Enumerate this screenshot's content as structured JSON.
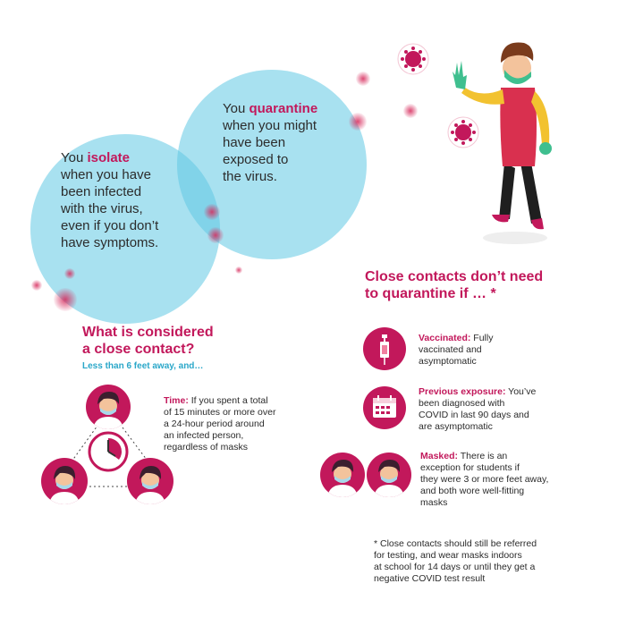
{
  "isolate": {
    "prefix": "You ",
    "keyword": "isolate",
    "lines": [
      "when you have",
      "been infected",
      "with the virus,",
      "even if you don’t",
      "have symptoms."
    ]
  },
  "quarantine": {
    "prefix": "You ",
    "keyword": "quarantine",
    "lines": [
      "when you might",
      "have been",
      "exposed to",
      "the virus."
    ]
  },
  "close_contact": {
    "title_line1": "What is considered",
    "title_line2": "a close contact?",
    "subtitle": "Less than 6 feet away, and…",
    "time_label": "Time:",
    "time_text_first": " If you spent a total",
    "time_text_lines": [
      "of 15 minutes or more over",
      "a 24-hour period around",
      "an infected person,",
      "regardless of masks"
    ]
  },
  "no_quarantine": {
    "title_line1": "Close contacts don’t need",
    "title_line2": "to quarantine if … *",
    "items": [
      {
        "label": "Vaccinated:",
        "first": " Fully",
        "lines": [
          "vaccinated and",
          "asymptomatic"
        ]
      },
      {
        "label": "Previous exposure:",
        "first": " You’ve",
        "lines": [
          "been diagnosed with",
          "COVID in last 90 days and",
          "are asymptomatic"
        ]
      },
      {
        "label": "Masked:",
        "first": " There is an",
        "lines": [
          "exception for students if",
          "they were 3 or more feet away,",
          "and both wore well-fitting",
          "masks"
        ]
      }
    ]
  },
  "footnote": {
    "lines": [
      "* Close contacts should still be referred",
      "for testing, and wear masks indoors",
      "at school for 14 days or until they get a",
      "negative COVID test result"
    ]
  },
  "colors": {
    "accent": "#c2185b",
    "teal": "#2aa7c9",
    "bubble": "#60c8e4"
  },
  "icons": [
    "virus-icon",
    "person-waving-icon",
    "syringe-icon",
    "calendar-icon",
    "clock-icon",
    "masked-person-icon"
  ]
}
